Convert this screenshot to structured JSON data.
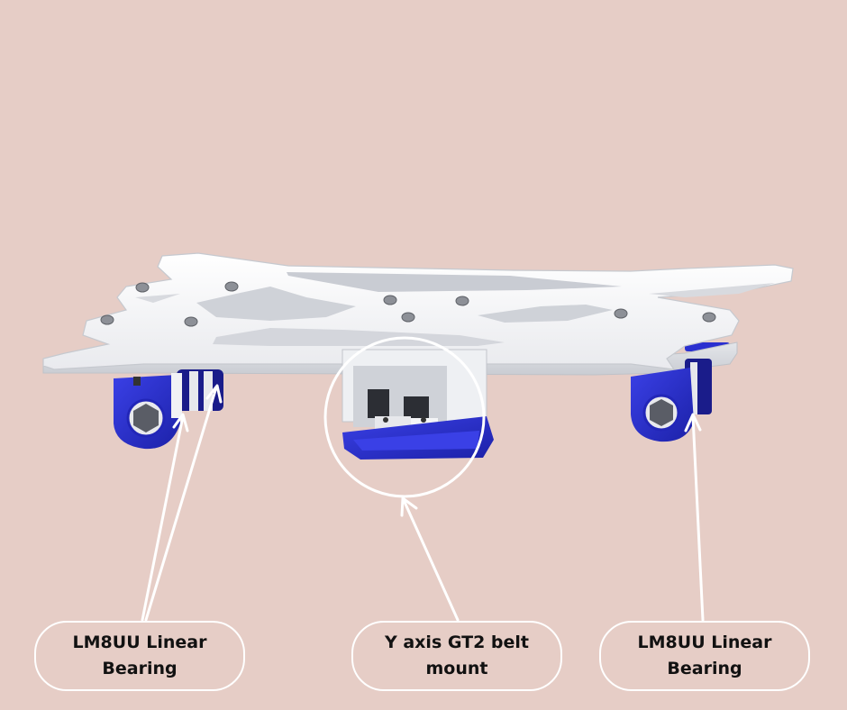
{
  "background_color": "#e6cdc6",
  "colors": {
    "plate": "#f4f5f7",
    "plate_shadow": "#d7d9dd",
    "bearing_blue": "#2a2fd0",
    "bearing_dark": "#1a1c8a",
    "annotation_white": "#ffffff"
  },
  "labels": {
    "left_bearing": "LM8UU Linear Bearing",
    "belt_mount": "Y axis GT2 belt mount",
    "right_bearing": "LM8UU Linear Bearing"
  }
}
